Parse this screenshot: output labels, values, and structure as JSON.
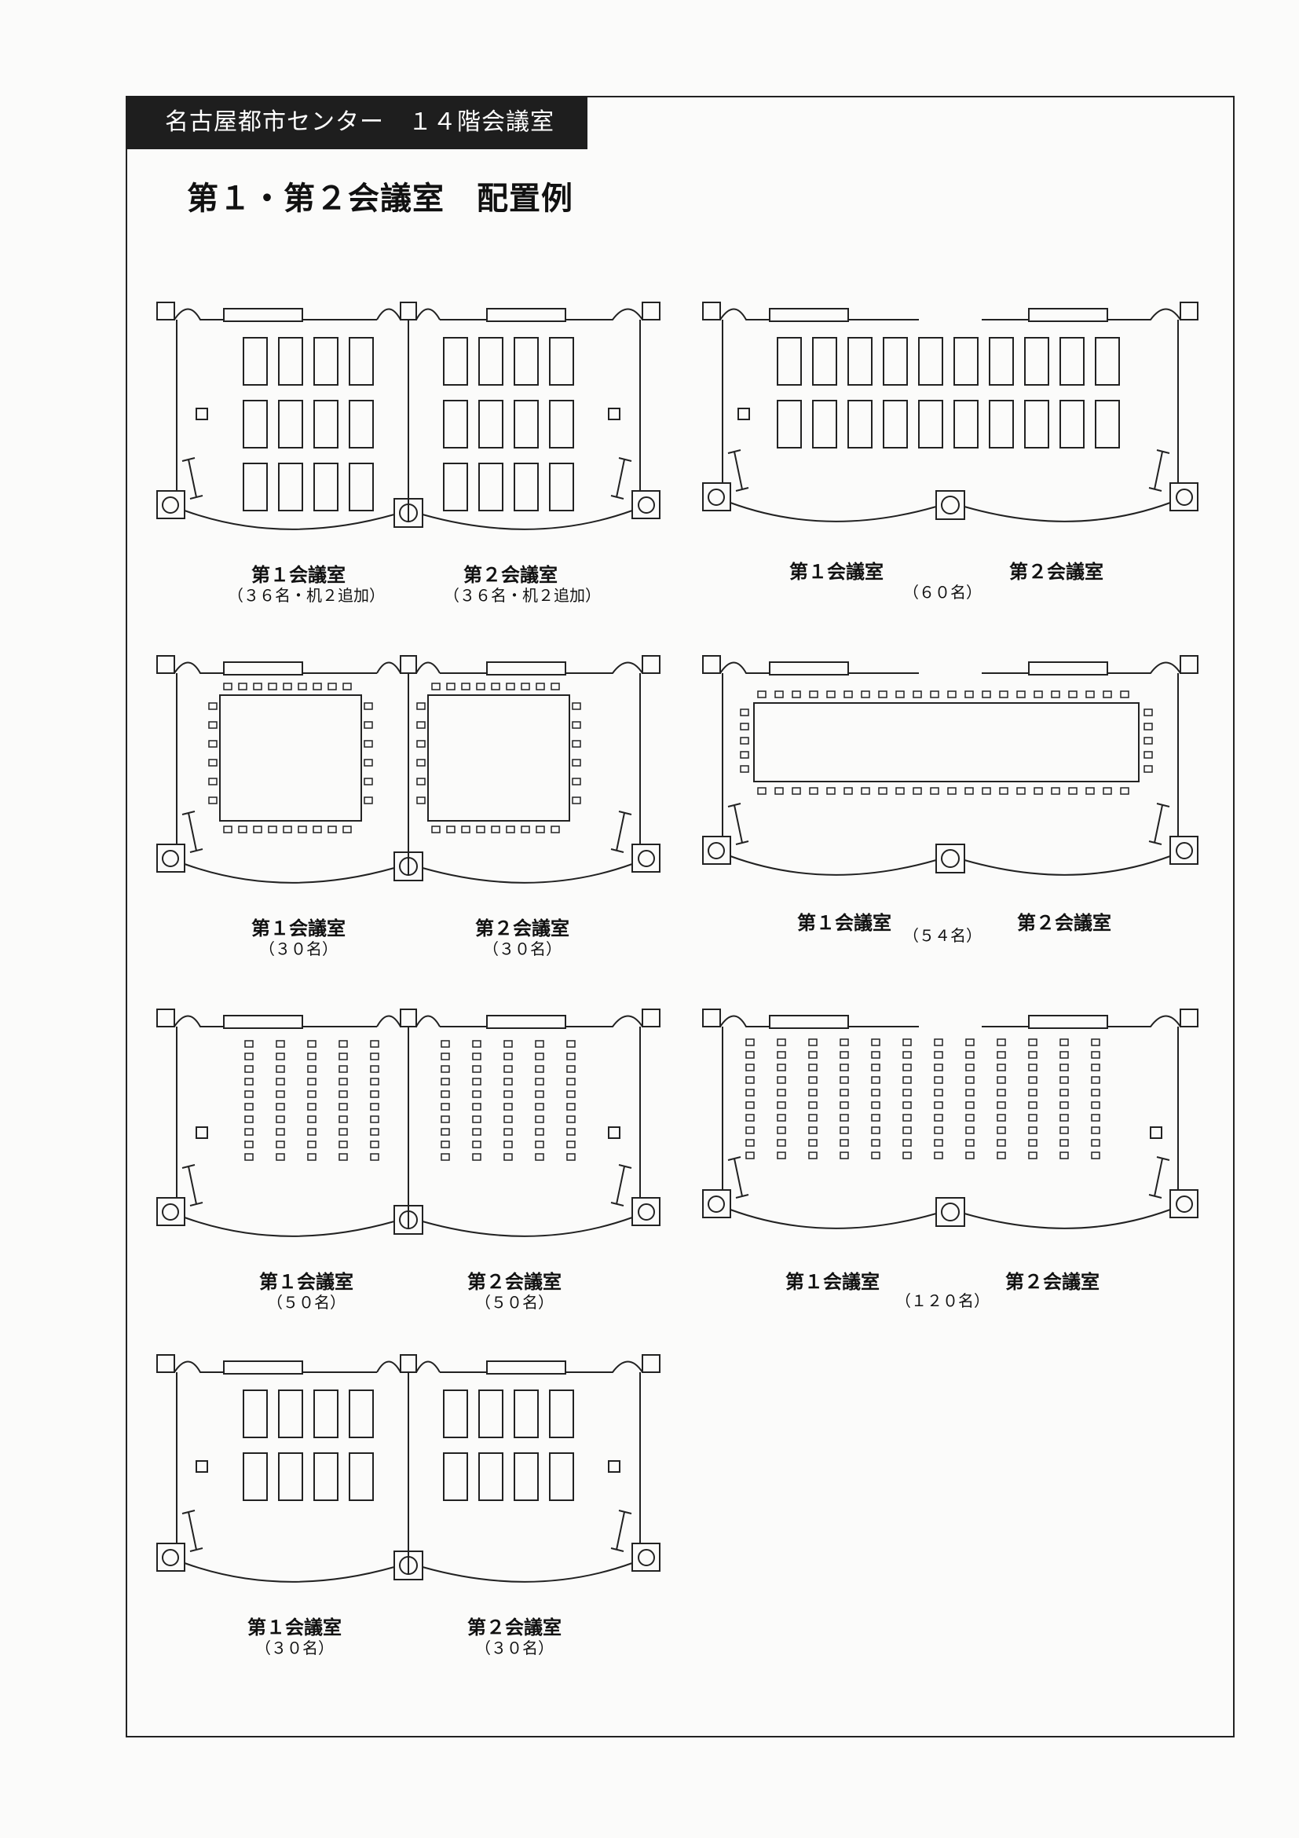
{
  "header": {
    "title": "名古屋都市センター　１４階会議室"
  },
  "page_title": "第１・第２会議室　配置例",
  "layouts": [
    {
      "label_1": "第１会議室",
      "caption_1": "（３６名・机２追加）",
      "label_2": "第２会議室",
      "caption_2": "（３６名・机２追加）"
    },
    {
      "label_1": "第１会議室",
      "label_2": "第２会議室",
      "caption": "（６０名）"
    },
    {
      "label_1": "第１会議室",
      "caption_1": "（３０名）",
      "label_2": "第２会議室",
      "caption_2": "（３０名）"
    },
    {
      "label_1": "第１会議室",
      "label_2": "第２会議室",
      "caption": "（５４名）"
    },
    {
      "label_1": "第１会議室",
      "caption_1": "（５０名）",
      "label_2": "第２会議室",
      "caption_2": "（５０名）"
    },
    {
      "label_1": "第１会議室",
      "label_2": "第２会議室",
      "caption": "（１２０名）"
    },
    {
      "label_1": "第１会議室",
      "caption_1": "（３０名）",
      "label_2": "第２会議室",
      "caption_2": "（３０名）"
    }
  ]
}
